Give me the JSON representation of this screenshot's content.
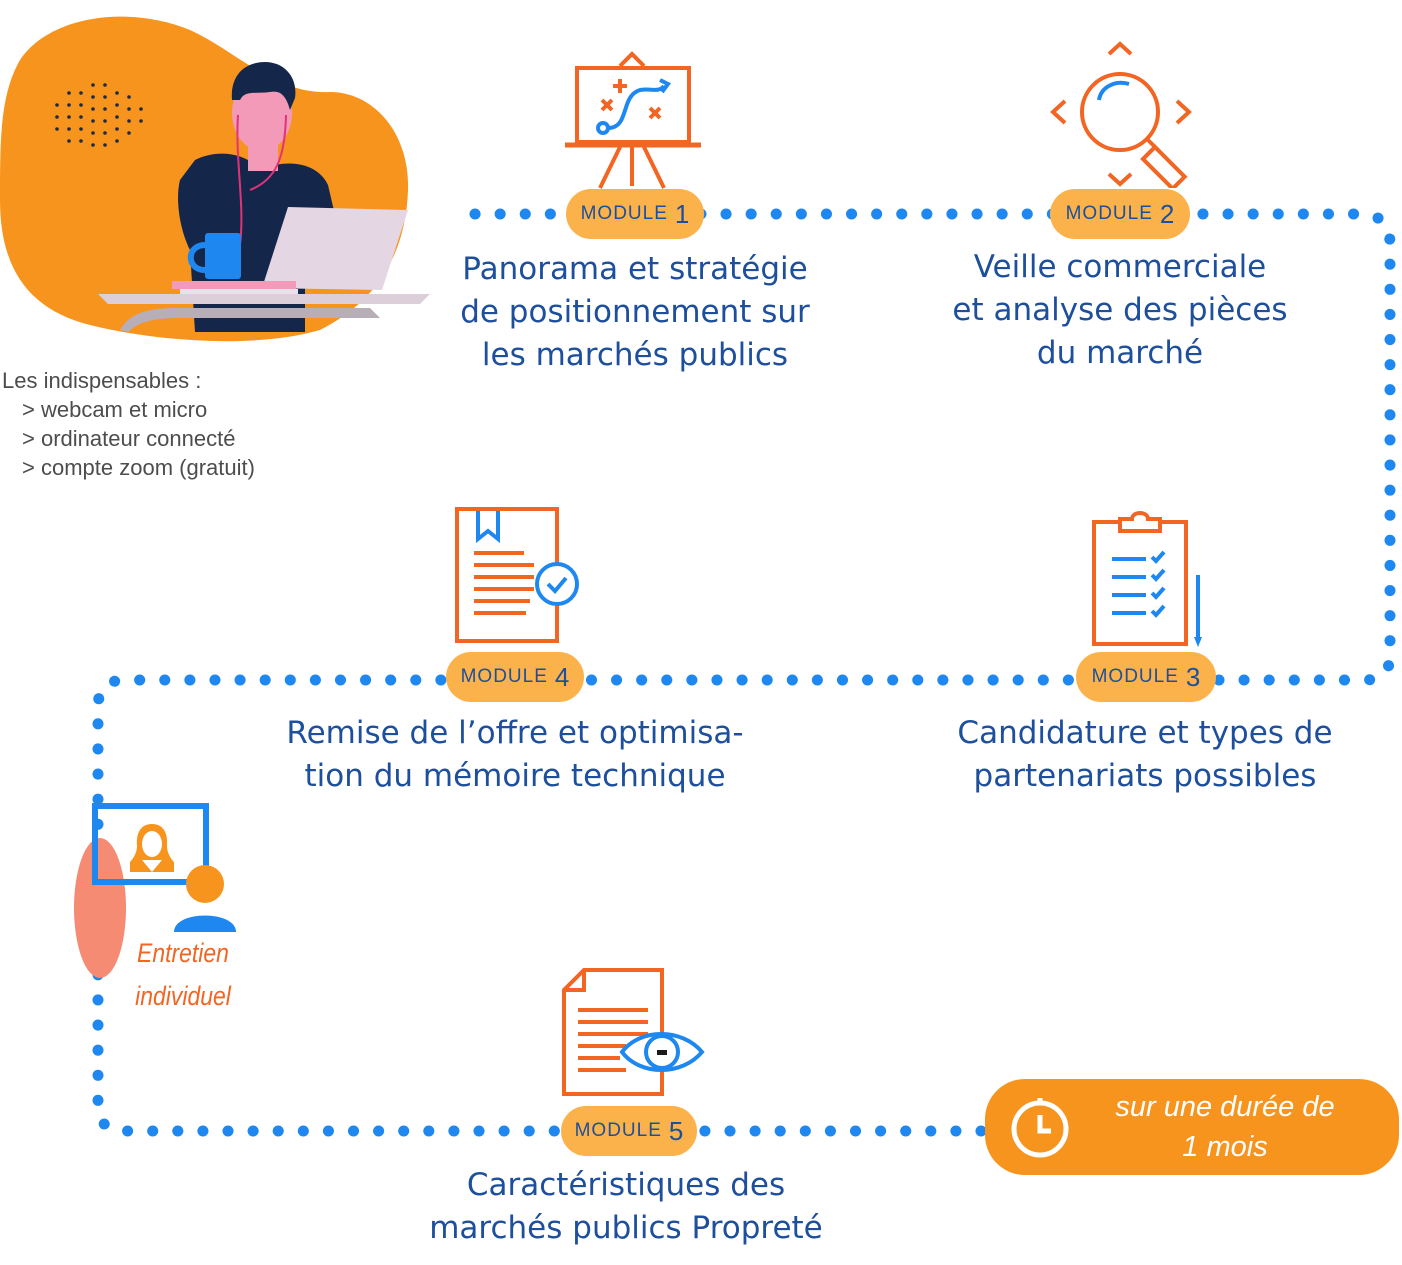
{
  "requirements": {
    "heading": "Les indispensables :",
    "items": [
      "> webcam et micro",
      "> ordinateur connecté",
      "> compte zoom (gratuit)"
    ]
  },
  "modules": [
    {
      "word": "MODULE",
      "number": "1",
      "title_lines": [
        "Panorama et stratégie",
        "de positionnement sur",
        "les marchés publics"
      ]
    },
    {
      "word": "MODULE",
      "number": "2",
      "title_lines": [
        "Veille commerciale",
        "et analyse des pièces",
        "du marché"
      ]
    },
    {
      "word": "MODULE",
      "number": "3",
      "title_lines": [
        "Candidature et types de",
        "partenariats possibles"
      ]
    },
    {
      "word": "MODULE",
      "number": "4",
      "title_lines": [
        "Remise de l’offre et optimisa-",
        "tion du mémoire technique"
      ]
    },
    {
      "word": "MODULE",
      "number": "5",
      "title_lines": [
        "Caractéristiques des",
        "marchés publics Propreté"
      ]
    }
  ],
  "interview": {
    "label_lines": [
      "Entretien",
      "individuel"
    ]
  },
  "duration": {
    "lines": [
      "sur une durée de",
      "1 mois"
    ]
  },
  "colors": {
    "orange": "#f7941d",
    "orange_red": "#f26522",
    "blue": "#1e88f0",
    "navy_text": "#1d4f9c",
    "badge": "#fcb24b"
  },
  "icons": {
    "person": "person-at-laptop-illustration",
    "module1": "strategy-board-icon",
    "module2": "magnifier-icon",
    "module3": "checklist-clipboard-icon",
    "module4": "document-check-icon",
    "module5": "document-eye-icon",
    "interview": "video-call-icon",
    "duration": "clock-icon"
  }
}
